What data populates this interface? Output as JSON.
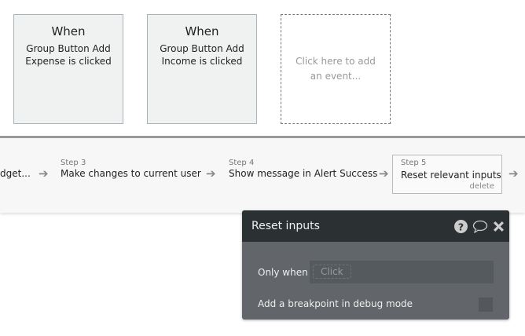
{
  "events": [
    {
      "title": "When",
      "description": "Group Button Add Expense is clicked"
    },
    {
      "title": "When",
      "description": "Group Button Add Income is clicked"
    }
  ],
  "add_event": "Click here to add an event...",
  "steps": {
    "prev_truncated": "dget...",
    "step3": {
      "num": "Step 3",
      "name": "Make changes to current user"
    },
    "step4": {
      "num": "Step 4",
      "name": "Show message in Alert Success"
    },
    "step5": {
      "num": "Step 5",
      "name": "Reset relevant inputs",
      "delete": "delete"
    }
  },
  "popup": {
    "title": "Reset inputs",
    "icons": [
      "help-icon",
      "comment-icon",
      "close-icon"
    ],
    "only_when_label": "Only when",
    "only_when_placeholder": "Click",
    "breakpoint_label": "Add a breakpoint in debug mode",
    "breakpoint_checked": false
  }
}
